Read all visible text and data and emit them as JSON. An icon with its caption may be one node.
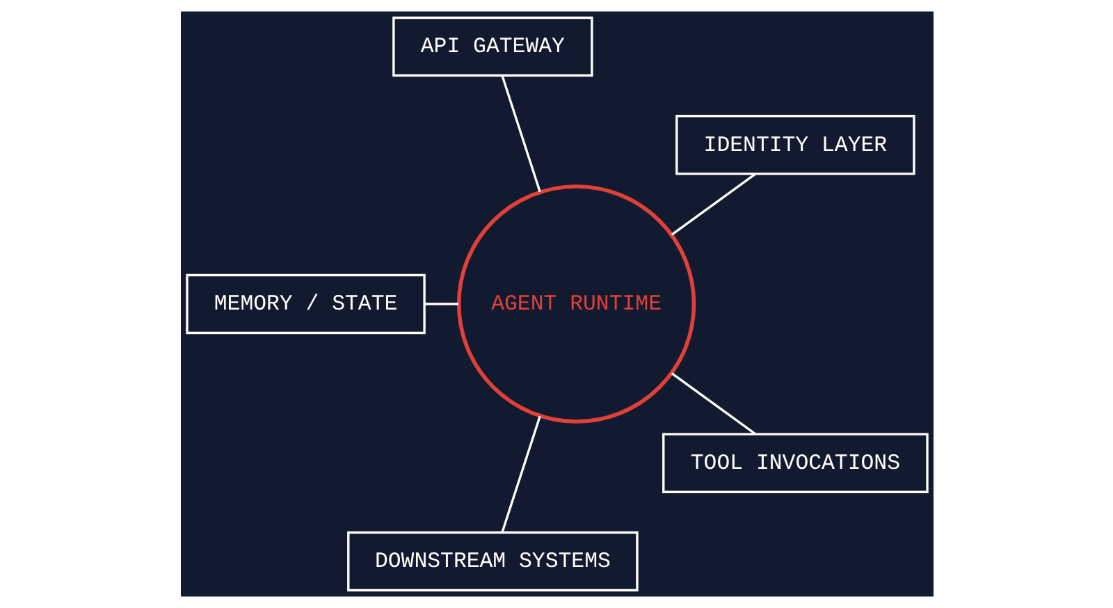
{
  "diagram": {
    "nodes": [
      {
        "text": [
          "IDENTITY LAYER"
        ]
      },
      {
        "text": [
          "API GATEWAY"
        ]
      },
      {
        "text": [
          "AGENT RUNTIME"
        ]
      },
      {
        "text": [
          "MEMORY / STATE"
        ]
      },
      {
        "text": [
          "DOWNSTREAM SYSTEMS"
        ]
      },
      {
        "text": [
          "TOOL INVOCATIONS"
        ]
      }
    ],
    "edges": [
      {
        "from": 2,
        "to": 0,
        "arrow": "none"
      },
      {
        "from": 2,
        "to": 1,
        "arrow": "none"
      },
      {
        "from": 2,
        "to": 3,
        "arrow": "none"
      },
      {
        "from": 2,
        "to": 4,
        "arrow": "none"
      },
      {
        "from": 2,
        "to": 5,
        "arrow": "none"
      }
    ]
  }
}
